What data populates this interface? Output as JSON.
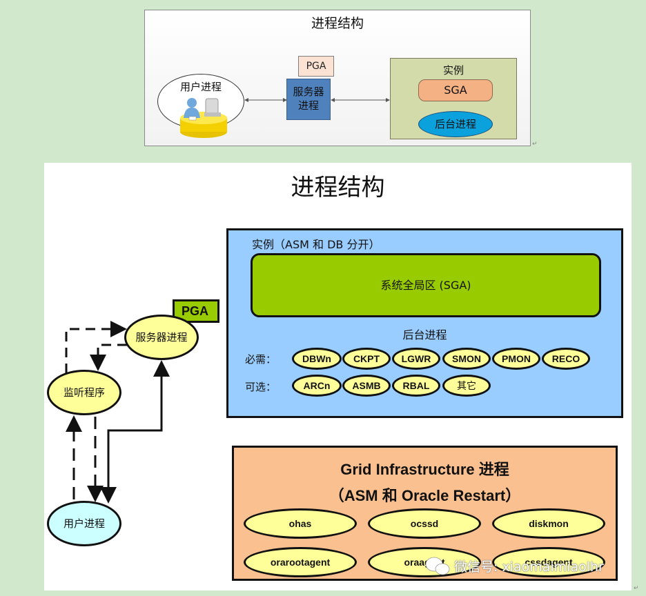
{
  "top_diagram": {
    "title": "进程结构",
    "user_process": "用户进程",
    "pga": "PGA",
    "server_process_line1": "服务器",
    "server_process_line2": "进程",
    "instance": {
      "label": "实例",
      "sga": "SGA",
      "background_process": "后台进程"
    },
    "colors": {
      "server": "#4f81bd",
      "pga": "#fbe2d3",
      "instance": "#d3dbaa",
      "sga": "#f4b183",
      "background": "#0aa1dd",
      "user_icon_desk": "#ffd700"
    }
  },
  "bottom_diagram": {
    "title": "进程结构",
    "instance": {
      "label": "实例（ASM 和 DB 分开）",
      "sga": "系统全局区 (SGA)",
      "background_label": "后台进程",
      "required_label": "必需：",
      "required": [
        "DBWn",
        "CKPT",
        "LGWR",
        "SMON",
        "PMON",
        "RECO"
      ],
      "optional_label": "可选：",
      "optional": [
        "ARCn",
        "ASMB",
        "RBAL",
        "其它"
      ]
    },
    "nodes": {
      "pga": "PGA",
      "server_process": "服务器进程",
      "listener": "监听程序",
      "user_process": "用户进程"
    },
    "grid_infrastructure": {
      "title_line1": "Grid Infrastructure 进程",
      "title_line2": "（ASM 和 Oracle Restart）",
      "processes": [
        "ohas",
        "ocssd",
        "diskmon",
        "orarootagent",
        "oraagent",
        "cssdagent"
      ]
    },
    "colors": {
      "instance": "#99ccff",
      "sga": "#99cc00",
      "pill": "#ffff99",
      "grid": "#fac090",
      "user_node": "#ccffff"
    }
  },
  "watermark": "微信号: xiaomaimiaolhr",
  "paragraph_mark": "↵"
}
